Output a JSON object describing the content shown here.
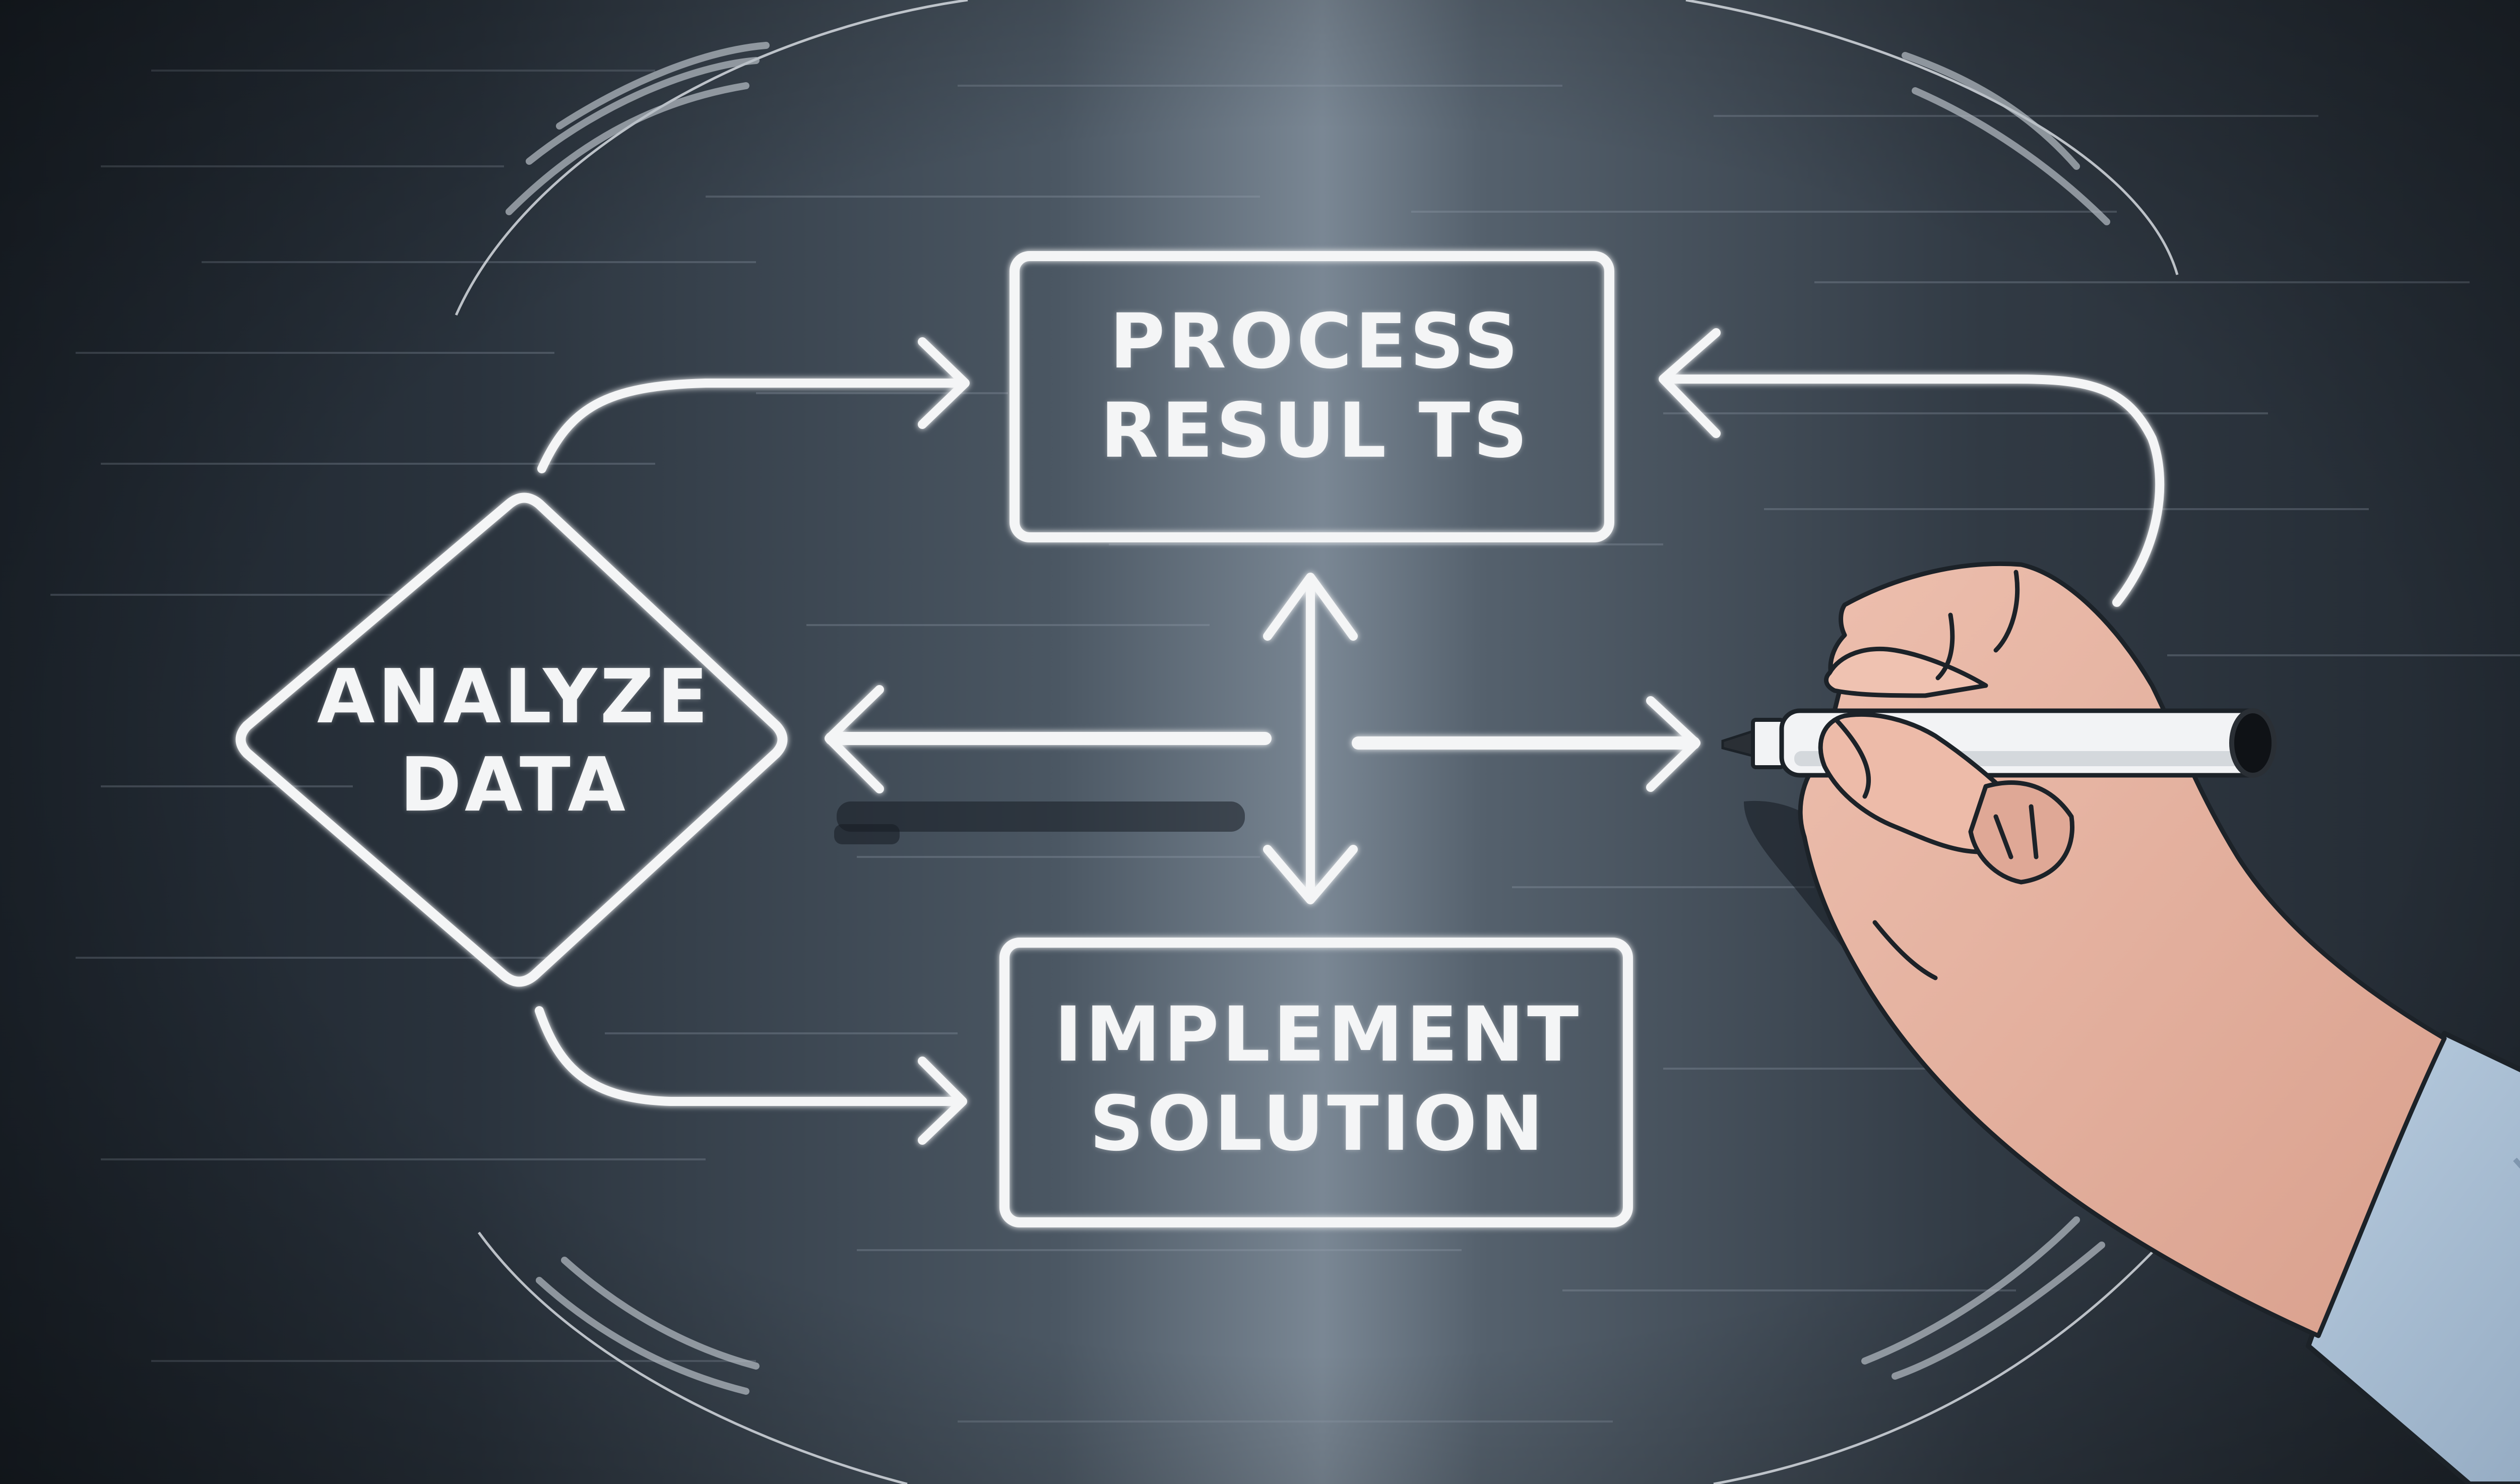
{
  "diagram": {
    "title": "",
    "style": "white marker flowchart on dark brushed-metal board, hand holding marker",
    "colors": {
      "background_dark": "#1f262e",
      "background_mid": "#3b4652",
      "background_highlight": "#7d8a97",
      "stroke": "#f4f5f6",
      "skin": "#e8b4a2",
      "sleeve": "#aec3d8",
      "marker_body": "#f2f3f5"
    },
    "nodes": [
      {
        "id": "analyze",
        "shape": "diamond",
        "lines": [
          "ANALYZE",
          "DATA"
        ]
      },
      {
        "id": "process",
        "shape": "rounded-rectangle",
        "lines": [
          "PROCESS",
          "RESUL TS"
        ]
      },
      {
        "id": "implement",
        "shape": "rounded-rectangle",
        "lines": [
          "IMPLEMENT",
          "SOLUTION"
        ]
      }
    ],
    "edges": [
      {
        "from": "analyze",
        "to": "process",
        "type": "curved-arrow"
      },
      {
        "from": "analyze",
        "to": "implement",
        "type": "curved-arrow"
      },
      {
        "from": "right-loop",
        "to": "process",
        "type": "curved-arrow"
      },
      {
        "from": "center",
        "to": "analyze",
        "type": "left-arrow"
      },
      {
        "from": "center",
        "to": "marker",
        "type": "right-arrow"
      },
      {
        "from": "process",
        "to": "implement",
        "type": "bidirectional-vertical-arrow"
      }
    ],
    "decorations": [
      "outer ellipse outline",
      "motion-swoosh marks at four corners",
      "hand holding white marker",
      "light-blue shirt sleeve"
    ]
  }
}
